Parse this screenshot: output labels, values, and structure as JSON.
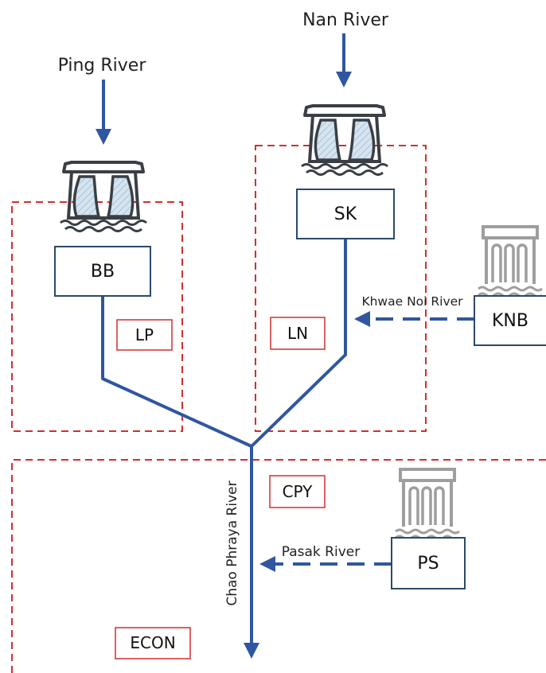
{
  "diagram": {
    "rivers": {
      "ping": "Ping River",
      "nan": "Nan River",
      "khwae_noi": "Khwae Noi River",
      "pasak": "Pasak River",
      "chao_phraya": "Chao Phraya River"
    },
    "nodes": {
      "bb": "BB",
      "sk": "SK",
      "knb": "KNB",
      "ps": "PS"
    },
    "regions": {
      "lp": "LP",
      "ln": "LN",
      "cpy": "CPY",
      "econ": "ECON"
    },
    "colors": {
      "flow": "#2f56a0",
      "region_border": "#d32f2f",
      "node_border": "#2b4a6b",
      "dam_outline": "#3a3f45",
      "dam_water": "#bcd3e6",
      "hydro_icon": "#9e9e9e"
    }
  }
}
